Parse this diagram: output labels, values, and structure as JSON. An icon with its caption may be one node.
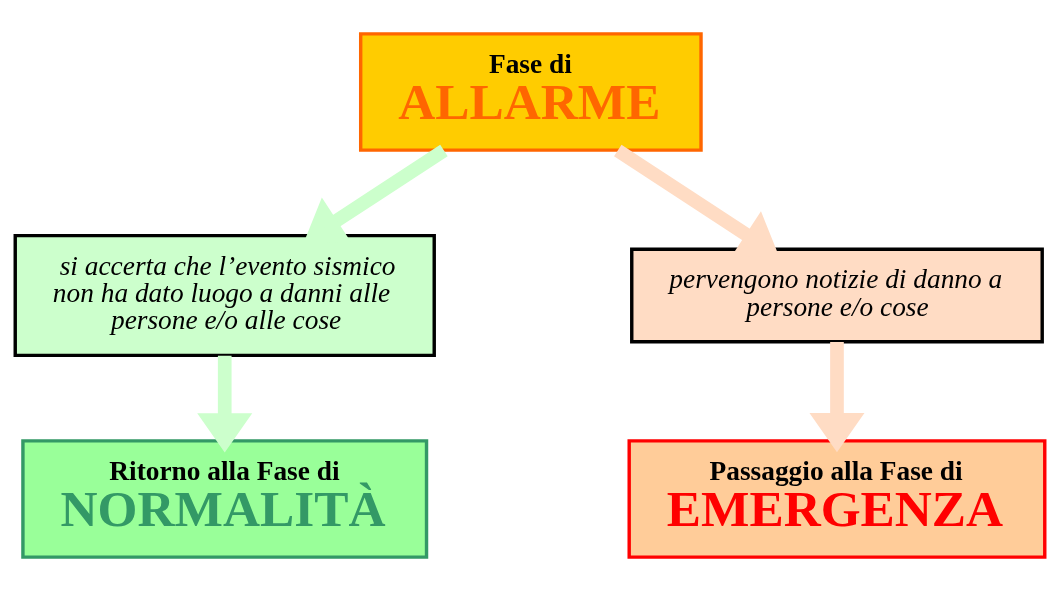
{
  "diagram": {
    "nodes": [
      {
        "text": [
          "Fase di",
          "ALLARME"
        ]
      },
      {
        "text": [
          "si accerta che l’evento sismico non ha dato luogo a danni alle persone e/o alle cose"
        ]
      },
      {
        "text": [
          "pervengono notizie di danno a persone e/o cose"
        ]
      },
      {
        "text": [
          "Ritorno alla Fase di",
          "NORMALITÀ"
        ]
      },
      {
        "text": [
          "Passaggio alla Fase di",
          "EMERGENZA"
        ]
      }
    ],
    "edges": [
      {
        "from": 0,
        "to": 1,
        "arrow": "to",
        "color": "#ccffcc"
      },
      {
        "from": 0,
        "to": 2,
        "arrow": "to",
        "color": "#ffdcc4"
      },
      {
        "from": 1,
        "to": 3,
        "arrow": "to",
        "color": "#ccffcc"
      },
      {
        "from": 2,
        "to": 4,
        "arrow": "to",
        "color": "#ffdcc4"
      }
    ]
  }
}
